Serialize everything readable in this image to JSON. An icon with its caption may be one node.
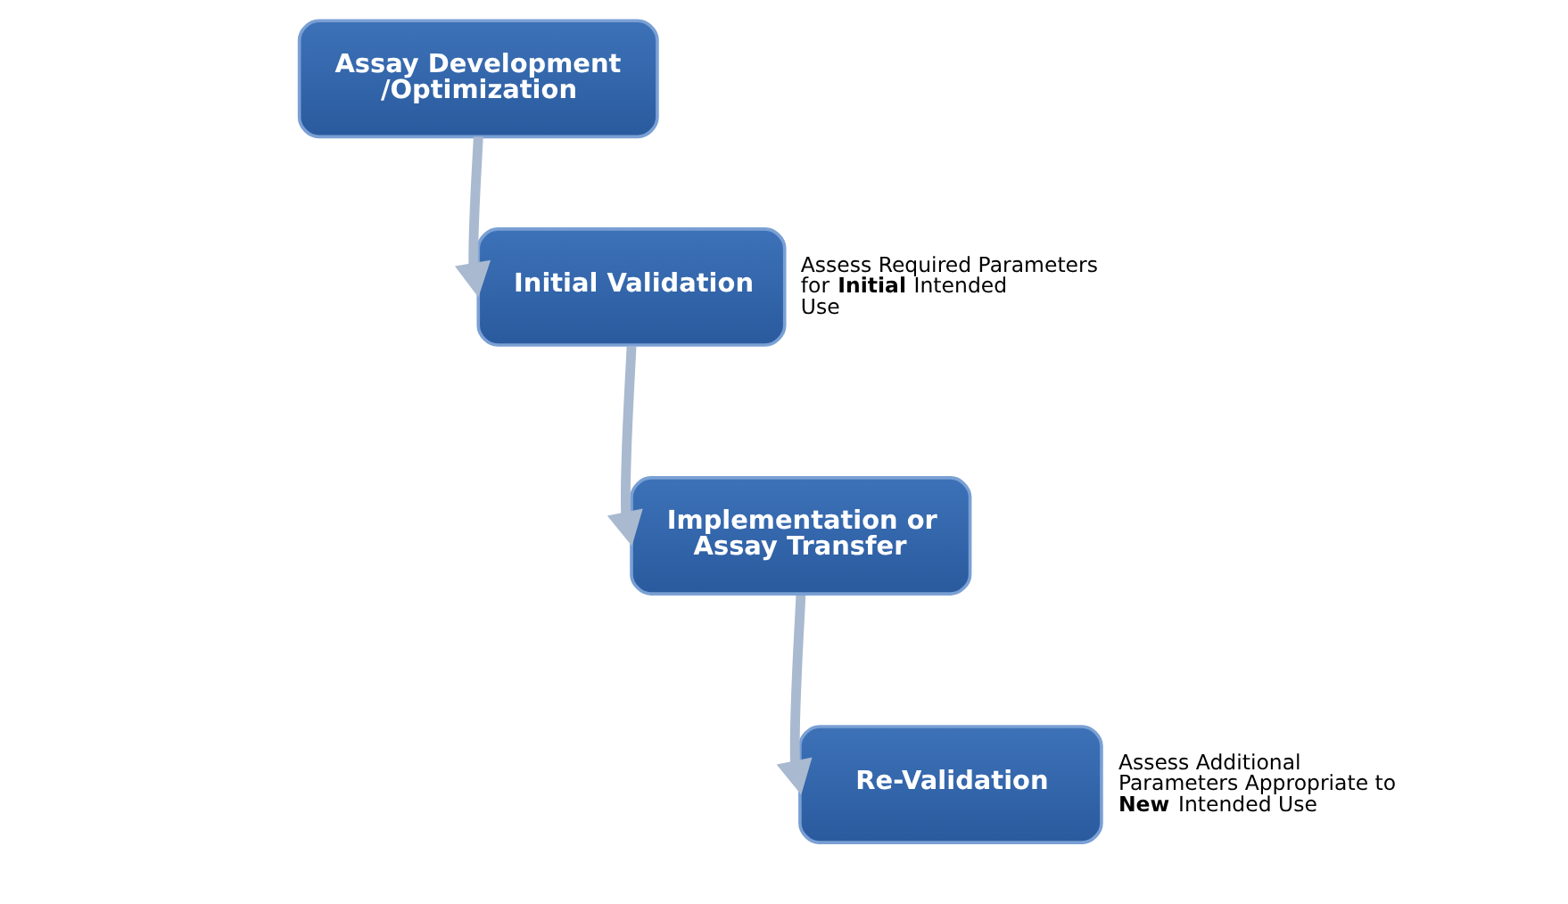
{
  "diagram": {
    "nodes": [
      {
        "text": [
          "Assay Development /Optimization"
        ]
      },
      {
        "text": [
          "Initial Validation"
        ],
        "beside": [
          "Assess Required Parameters for **Initial** Intended Use"
        ]
      },
      {
        "text": [
          "Implementation or Assay Transfer"
        ]
      },
      {
        "text": [
          "Re-Validation"
        ],
        "beside": [
          "Assess Additional Parameters Appropriate to **New** Intended Use"
        ]
      }
    ],
    "edges": [
      {
        "from": 0,
        "to": 1,
        "arrow": "to"
      },
      {
        "from": 1,
        "to": 2,
        "arrow": "to"
      },
      {
        "from": 2,
        "to": 3,
        "arrow": "to"
      }
    ]
  }
}
